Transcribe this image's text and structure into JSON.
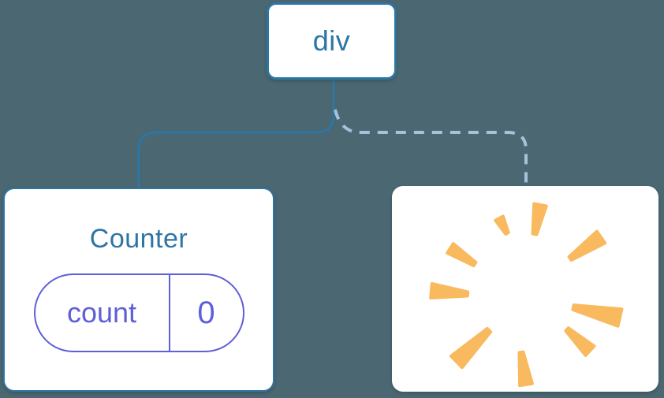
{
  "diagram": {
    "description": "React component tree diagram: a div root keeps the Counter component with its state, while a second child is removed (poof)",
    "root_node": {
      "label": "div"
    },
    "counter_node": {
      "title": "Counter",
      "state_pill": {
        "key": "count",
        "value": "0"
      }
    },
    "removed_node": {
      "icon": "poof-starburst"
    },
    "connectors": [
      {
        "side": "left",
        "style": "solid"
      },
      {
        "side": "right",
        "style": "dashed"
      }
    ]
  },
  "colors": {
    "background": "#4B6771",
    "node-blue": "#2D76A4",
    "dashed-blue": "#A4C3D9",
    "state-purple": "#5F5FD6",
    "poof-orange": "#F9B95F",
    "node-bg": "#FFFFFF"
  }
}
